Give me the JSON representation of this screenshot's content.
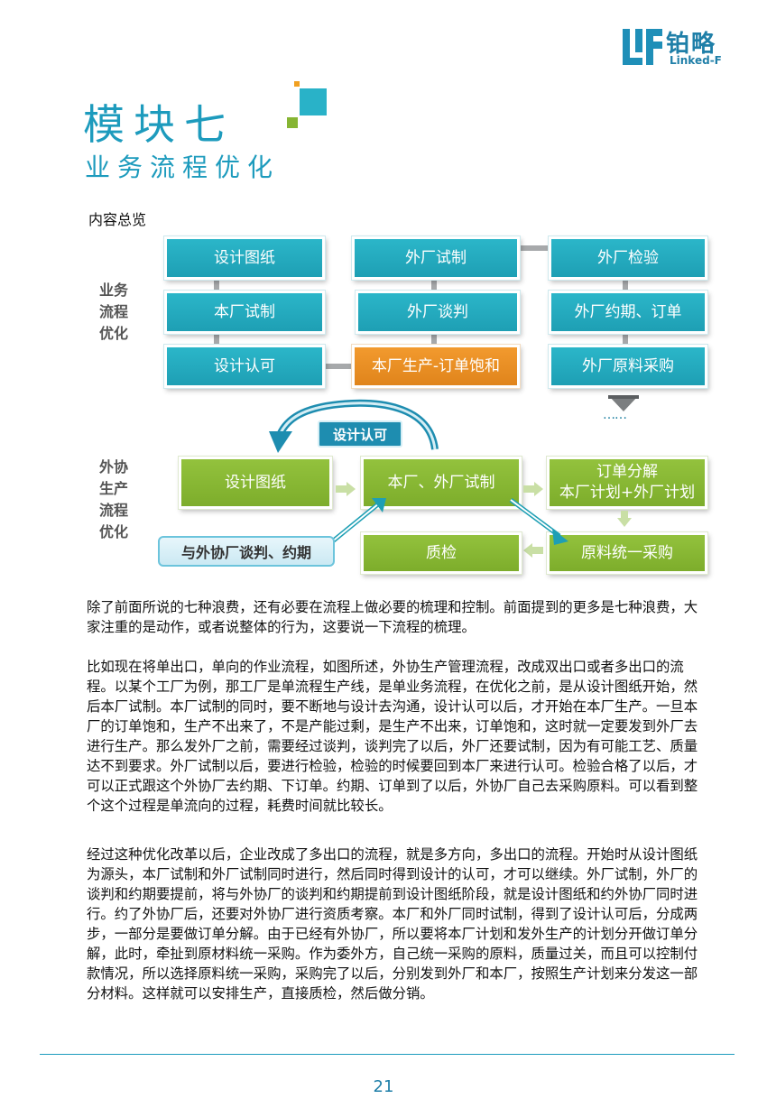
{
  "logo": {
    "cn": "铂略",
    "en": "Linked-F"
  },
  "title": {
    "main": "模块七",
    "sub": "业务流程优化"
  },
  "overview_label": "内容总览",
  "diagram": {
    "top_label": "业务\n流程\n优化",
    "top_boxes": {
      "col1": [
        "设计图纸",
        "本厂试制",
        "设计认可"
      ],
      "col2": [
        "外厂试制",
        "外厂谈判",
        "本厂生产-订单饱和"
      ],
      "col3": [
        "外厂检验",
        "外厂约期、订单",
        "外厂原料采购"
      ]
    },
    "ellipsis": "……",
    "approval_label": "设计认可",
    "bottom_label": "外协\n生产\n流程\n优化",
    "bottom_boxes": {
      "design": "设计图纸",
      "trial": "本厂、外厂试制",
      "split_line1": "订单分解",
      "split_line2": "本厂计划+外厂计划",
      "negotiation": "与外协厂谈判、约期",
      "qc": "质检",
      "procurement": "原料统一采购"
    },
    "colors": {
      "teal": "#22a9bf",
      "green": "#86b533",
      "orange": "#e88c22",
      "gray": "#a7a9ab"
    }
  },
  "paragraphs": [
    "除了前面所说的七种浪费，还有必要在流程上做必要的梳理和控制。前面提到的更多是七种浪费，大家注重的是动作，或者说整体的行为，这要说一下流程的梳理。",
    "比如现在将单出口，单向的作业流程，如图所述，外协生产管理流程，改成双出口或者多出口的流程。以某个工厂为例，那工厂是单流程生产线，是单业务流程，在优化之前，是从设计图纸开始，然后本厂试制。本厂试制的同时，要不断地与设计去沟通，设计认可以后，才开始在本厂生产。一旦本厂的订单饱和，生产不出来了，不是产能过剩，是生产不出来，订单饱和，这时就一定要发到外厂去进行生产。那么发外厂之前，需要经过谈判，谈判完了以后，外厂还要试制，因为有可能工艺、质量达不到要求。外厂试制以后，要进行检验，检验的时候要回到本厂来进行认可。检验合格了以后，才可以正式跟这个外协厂去约期、下订单。约期、订单到了以后，外协厂自己去采购原料。可以看到整个这个过程是单流向的过程，耗费时间就比较长。",
    "经过这种优化改革以后，企业改成了多出口的流程，就是多方向，多出口的流程。开始时从设计图纸为源头，本厂试制和外厂试制同时进行，然后同时得到设计的认可，才可以继续。外厂试制，外厂的谈判和约期要提前，将与外协厂的谈判和约期提前到设计图纸阶段，就是设计图纸和约外协厂同时进行。约了外协厂后，还要对外协厂进行资质考察。本厂和外厂同时试制，得到了设计认可后，分成两步，一部分是要做订单分解。由于已经有外协厂，所以要将本厂计划和发外生产的计划分开做订单分解，此时，牵扯到原材料统一采购。作为委外方，自己统一采购的原料，质量过关，而且可以控制付款情况，所以选择原料统一采购，采购完了以后，分别发到外厂和本厂，按照生产计划来分发这一部分材料。这样就可以安排生产，直接质检，然后做分销。"
  ],
  "page_number": "21"
}
